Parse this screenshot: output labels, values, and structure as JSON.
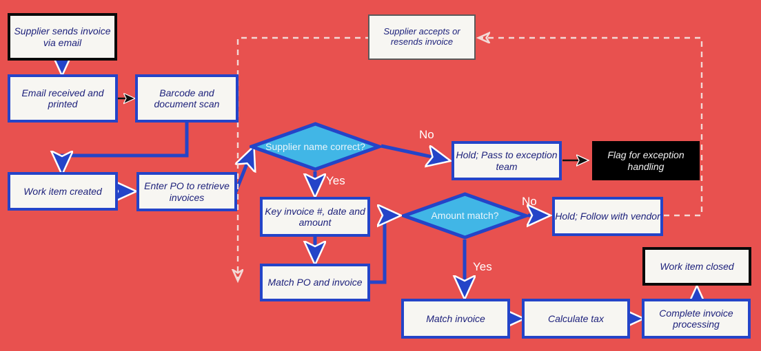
{
  "diagram": {
    "title": "Invoice processing flowchart",
    "background_color": "#e8514f",
    "accent_blue": "#2444c8",
    "diamond_fill": "#41b6e6",
    "node_fill": "#f7f6f2",
    "text_color": "#1b1f7a"
  },
  "nodes": {
    "supplier_sends": "Supplier sends invoice via email",
    "email_received": "Email received and printed",
    "barcode_scan": "Barcode and document scan",
    "work_item_created": "Work item created",
    "enter_po": "Enter PO to retrieve invoices",
    "supplier_accepts": "Supplier accepts or resends invoice",
    "supplier_name_correct": "Supplier name correct?",
    "hold_pass_exception": "Hold; Pass to exception team",
    "flag_exception": "Flag for exception handling",
    "key_invoice": "Key invoice #, date and amount",
    "match_po": "Match PO and invoice",
    "amount_match": "Amount match?",
    "hold_follow_vendor": "Hold; Follow with vendor",
    "match_invoice": "Match invoice",
    "calculate_tax": "Calculate tax",
    "complete_processing": "Complete invoice processing",
    "work_item_closed": "Work item closed"
  },
  "edge_labels": {
    "no_supplier_name": "No",
    "yes_supplier_name": "Yes",
    "no_amount_match": "No",
    "yes_amount_match": "Yes"
  }
}
